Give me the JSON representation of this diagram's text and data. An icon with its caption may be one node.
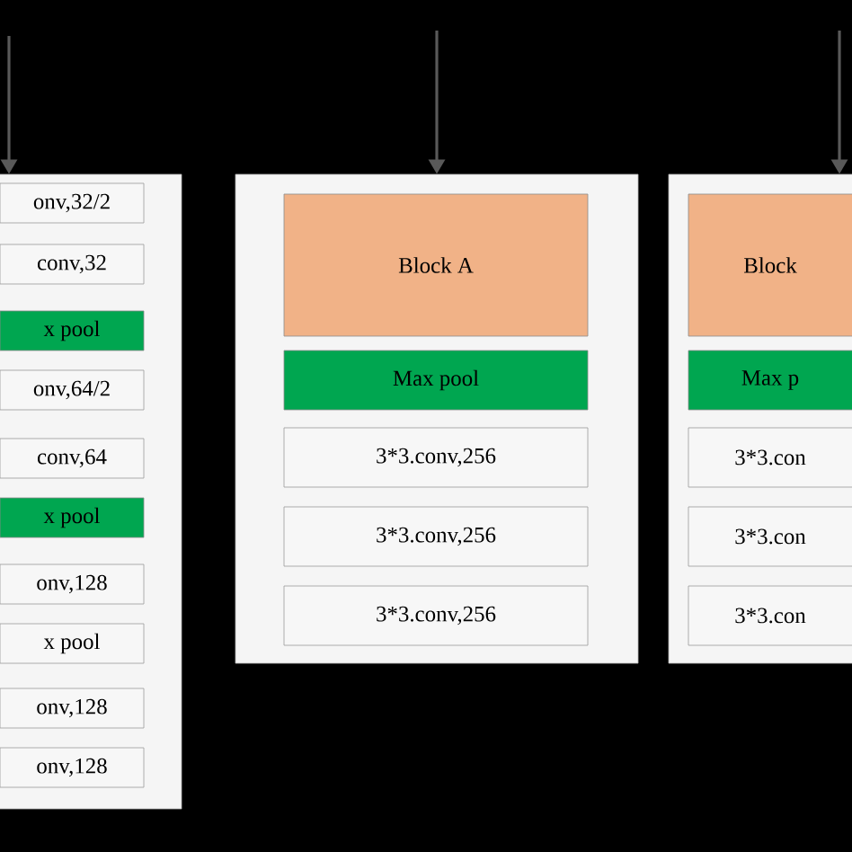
{
  "diagram": {
    "nodes": [
      {
        "text": [],
        "shape": "box"
      },
      {
        "text": [
          "onv,32/2"
        ],
        "in": 0
      },
      {
        "text": [
          "conv,32"
        ],
        "in": 0
      },
      {
        "text": [
          "x pool"
        ],
        "in": 0
      },
      {
        "text": [
          "onv,64/2"
        ],
        "in": 0
      },
      {
        "text": [
          "conv,64"
        ],
        "in": 0
      },
      {
        "text": [
          "x pool"
        ],
        "in": 0
      },
      {
        "text": [
          "onv,128"
        ],
        "in": 0
      },
      {
        "text": [
          "x pool"
        ],
        "in": 0
      },
      {
        "text": [
          "onv,128"
        ],
        "in": 0
      },
      {
        "text": [
          "onv,128"
        ],
        "in": 0
      },
      {
        "text": [],
        "shape": "box"
      },
      {
        "text": [
          "Block A"
        ],
        "in": 11
      },
      {
        "text": [
          "Max pool"
        ],
        "in": 11
      },
      {
        "text": [
          "3*3.conv,256"
        ],
        "in": 11
      },
      {
        "text": [
          "3*3.conv,256"
        ],
        "in": 11
      },
      {
        "text": [
          "3*3.conv,256"
        ],
        "in": 11
      },
      {
        "text": [],
        "shape": "box"
      },
      {
        "text": [
          "Block"
        ],
        "in": 17
      },
      {
        "text": [
          "Max p"
        ],
        "in": 17
      },
      {
        "text": [
          "3*3.con"
        ],
        "in": 17
      },
      {
        "text": [
          "3*3.con"
        ],
        "in": 17
      },
      {
        "text": [
          "3*3.con"
        ],
        "in": 17
      }
    ],
    "edges": [
      {
        "from": null,
        "to": 0,
        "arrow": "to"
      },
      {
        "from": null,
        "to": 11,
        "arrow": "to"
      },
      {
        "from": null,
        "to": 17,
        "arrow": "to"
      }
    ]
  }
}
